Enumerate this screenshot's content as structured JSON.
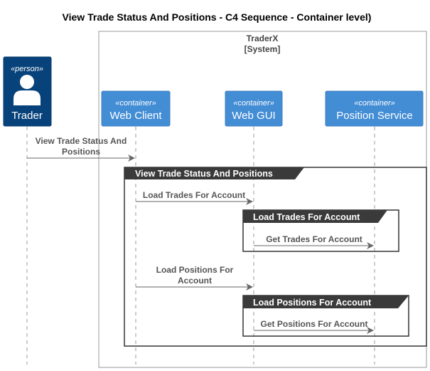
{
  "title": "View Trade Status And Positions - C4 Sequence - Container level)",
  "boundary": {
    "name": "TraderX",
    "type": "[System]"
  },
  "actor": {
    "stereotype": "«person»",
    "name": "Trader"
  },
  "containers": [
    {
      "stereotype": "«container»",
      "name": "Web Client"
    },
    {
      "stereotype": "«container»",
      "name": "Web GUI"
    },
    {
      "stereotype": "«container»",
      "name": "Position Service"
    }
  ],
  "messages": [
    {
      "lines": [
        "View Trade Status And",
        "Positions"
      ]
    },
    {
      "lines": [
        "Load Trades For Account"
      ]
    },
    {
      "lines": [
        "Get Trades For Account"
      ]
    },
    {
      "lines": [
        "Load Positions For",
        "Account"
      ]
    },
    {
      "lines": [
        "Get Positions For Account"
      ]
    }
  ],
  "groups": [
    {
      "label": "View Trade Status And Positions"
    },
    {
      "label": "Load Trades For Account"
    },
    {
      "label": "Load Positions For Account"
    }
  ],
  "colors": {
    "person": "#08427B",
    "container": "#438DD5",
    "boundary_border": "#999999",
    "group_header": "#3a3a3a",
    "arrow": "#666666"
  }
}
